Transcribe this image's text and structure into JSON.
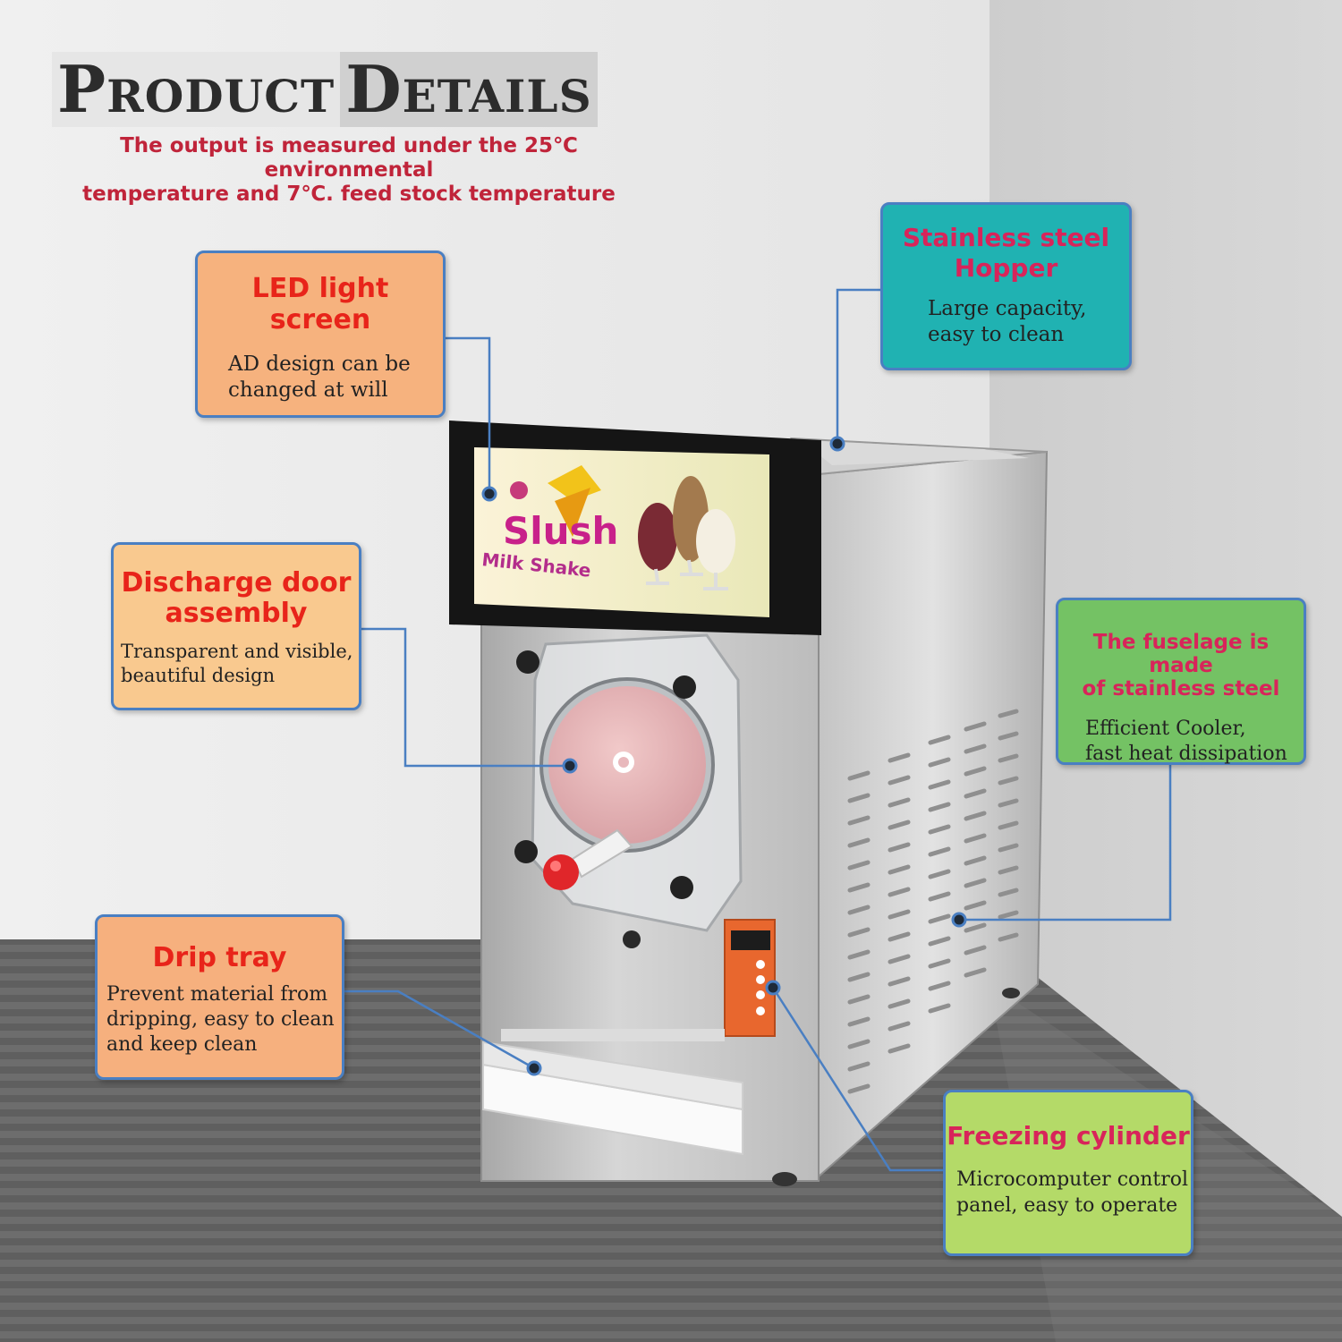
{
  "title": {
    "word1": "Product",
    "word2": "Details"
  },
  "subtitle": {
    "line1": "The output is measured under the 25℃ environmental",
    "line2": "temperature and 7℃. feed stock temperature"
  },
  "callouts": {
    "led": {
      "title": "LED light screen",
      "line1": "AD design can be",
      "line2": "changed at will"
    },
    "discharge": {
      "title1": "Discharge door",
      "title2": "assembly",
      "line1": "Transparent and visible,",
      "line2": "beautiful design"
    },
    "drip": {
      "title": "Drip tray",
      "line1": "Prevent material from",
      "line2": "dripping, easy to clean",
      "line3": "and keep clean"
    },
    "hopper": {
      "title1": "Stainless steel",
      "title2": "Hopper",
      "line1": "Large capacity,",
      "line2": "easy to clean"
    },
    "fuselage": {
      "title1": "The fuselage is made",
      "title2": "of stainless steel",
      "line1": "Efficient Cooler,",
      "line2": "fast heat dissipation"
    },
    "freezing": {
      "title": "Freezing cylinder",
      "line1": "Microcomputer control",
      "line2": "panel, easy to operate"
    }
  },
  "screen": {
    "brand": "Slush",
    "sub": "Milk Shake"
  },
  "colors": {
    "callout_border": "#4a7fc2",
    "leader_line": "#4a7fc2",
    "title_red": "#e8241a",
    "title_pink": "#d8245a"
  }
}
